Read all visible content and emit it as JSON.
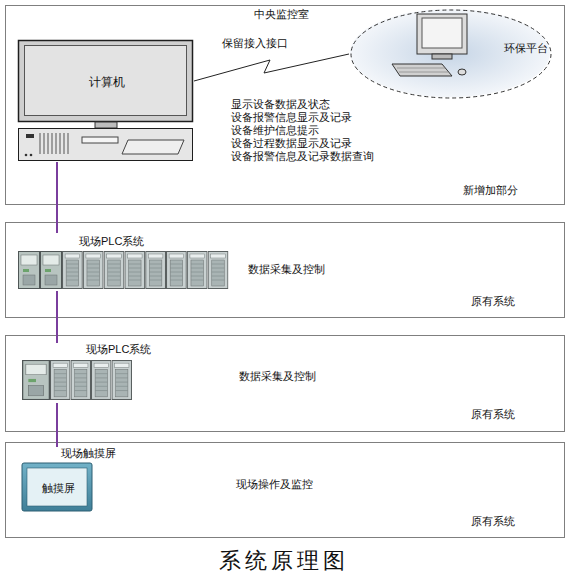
{
  "diagram": {
    "caption": "系统原理图",
    "nodes": [
      {
        "text": [
          "中央监控室",
          "显示设备数据及状态",
          "设备报警信息显示及记录",
          "设备维护信息提示",
          "设备过程数据显示及记录",
          "设备报警信息及记录数据查询",
          "新增加部分"
        ]
      },
      {
        "text": [
          "计算机"
        ],
        "in": 0
      },
      {
        "text": [
          "环保平台"
        ],
        "in": 0
      },
      {
        "text": [
          "数据采集及控制",
          "原有系统"
        ]
      },
      {
        "text": [
          "现场PLC系统"
        ],
        "in": 3
      },
      {
        "text": [
          "数据采集及控制",
          "原有系统"
        ]
      },
      {
        "text": [
          "现场PLC系统"
        ],
        "in": 5
      },
      {
        "text": [
          "现场操作及监控",
          "原有系统"
        ]
      },
      {
        "text": [
          "现场触摸屏",
          "触摸屏"
        ],
        "in": 7
      }
    ],
    "edges": [
      {
        "from": 1,
        "to": 2,
        "label": "保留接入接口",
        "arrow": "none"
      },
      {
        "from": 1,
        "to": 4,
        "arrow": "none"
      },
      {
        "from": 4,
        "to": 6,
        "arrow": "none"
      },
      {
        "from": 6,
        "to": 8,
        "arrow": "none"
      }
    ]
  }
}
